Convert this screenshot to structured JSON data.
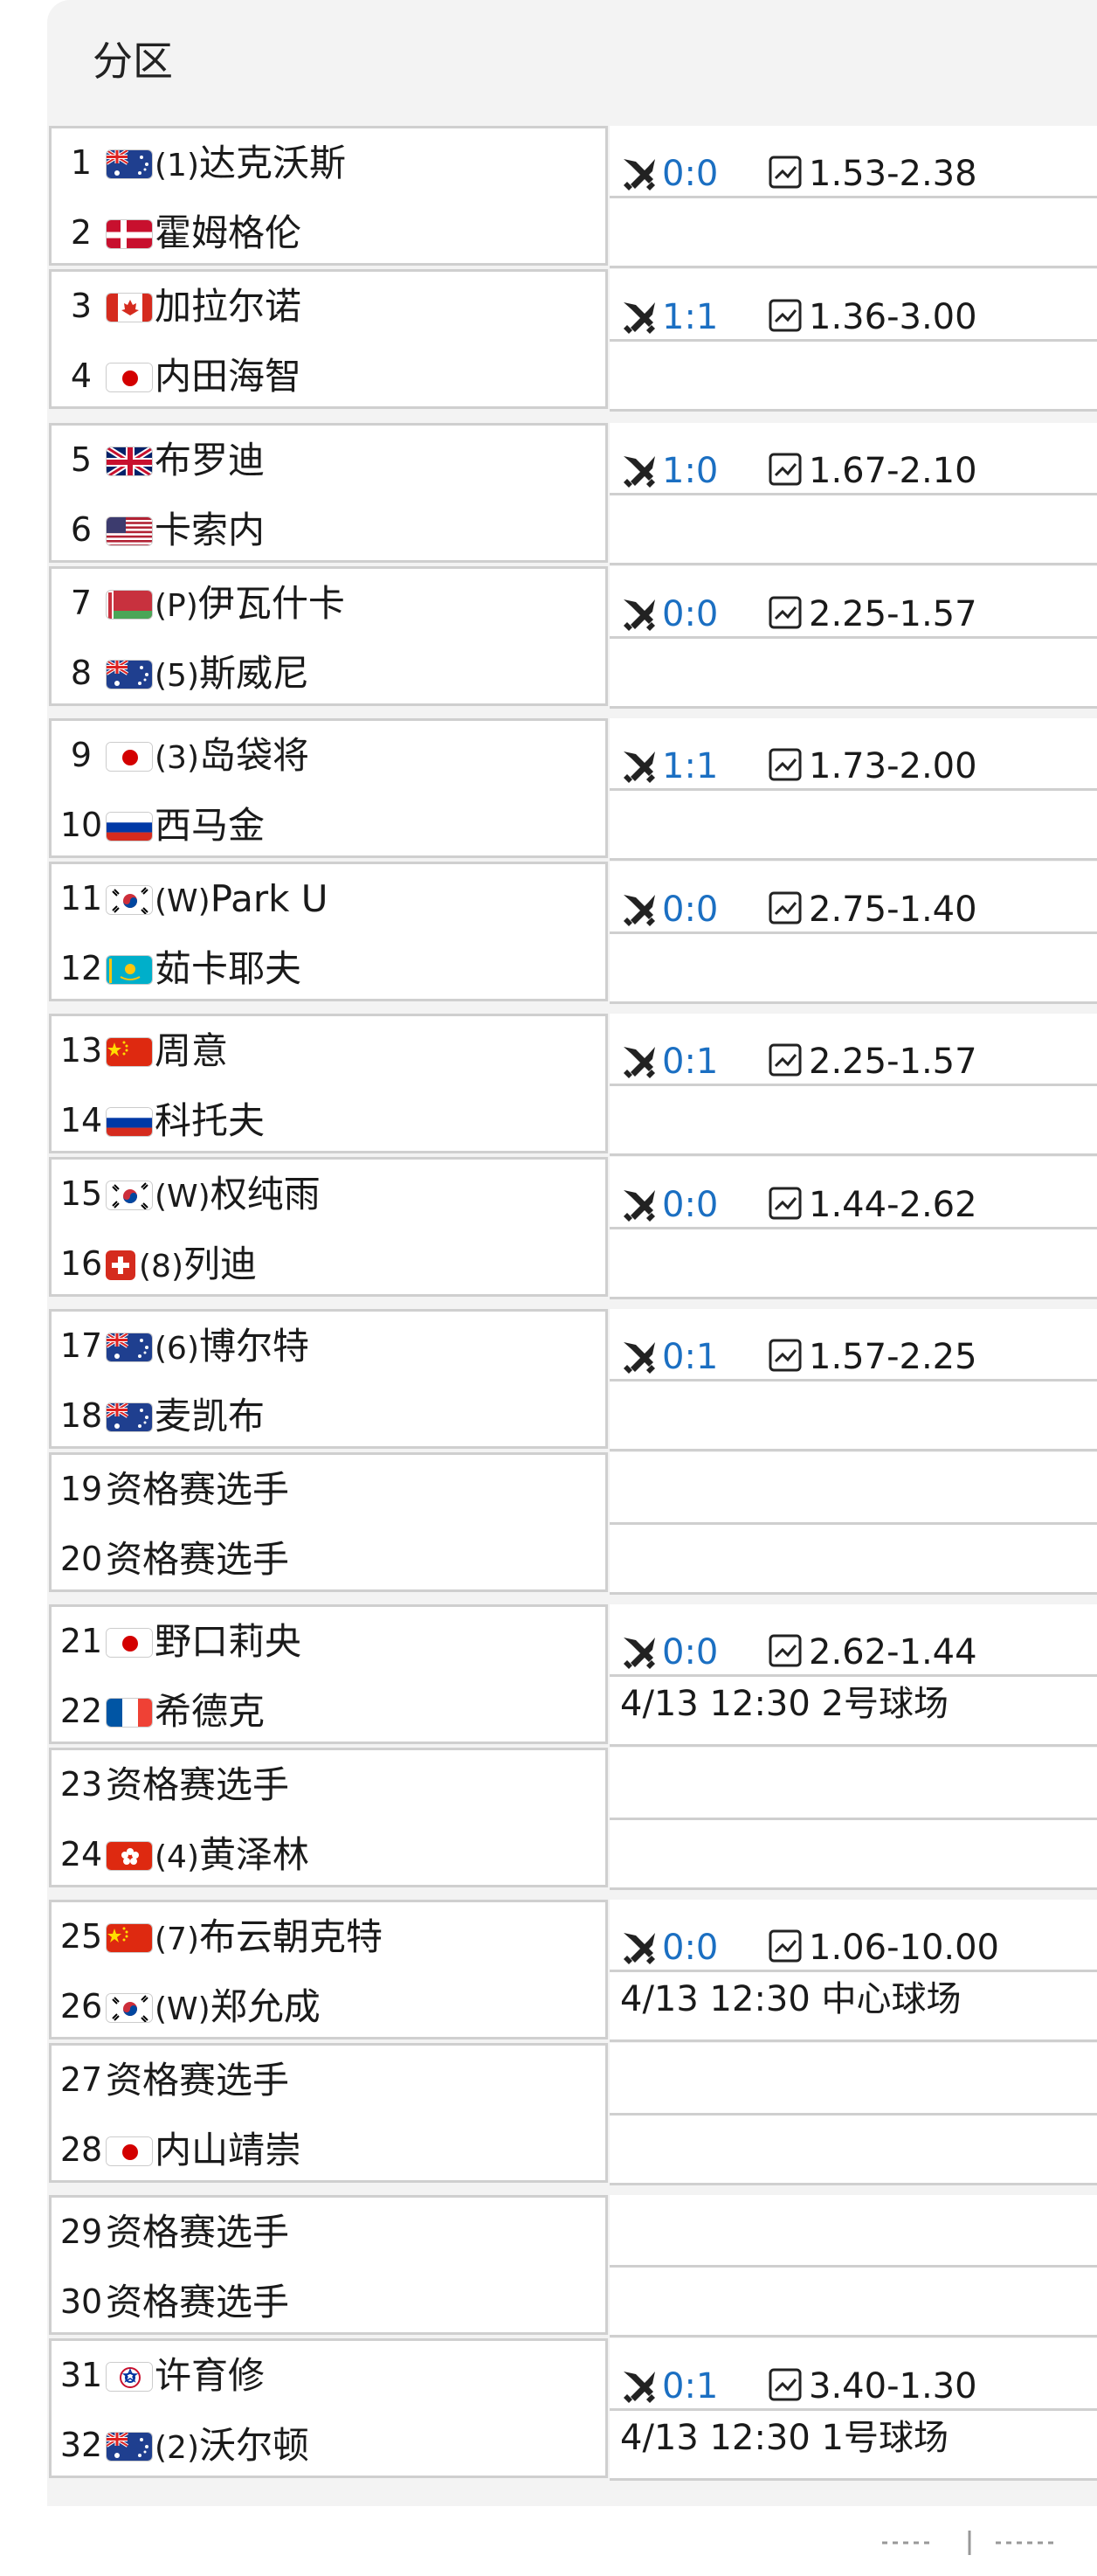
{
  "header": {
    "title": "分区"
  },
  "groups": [
    {
      "m1": {
        "p1": {
          "seq": "1",
          "flag": "aus",
          "seed": "(1)",
          "name": "达克沃斯"
        },
        "p2": {
          "seq": "2",
          "flag": "den",
          "seed": "",
          "name": "霍姆格伦"
        },
        "score": "0:0",
        "odds": "1.53-2.38"
      },
      "m2": {
        "p1": {
          "seq": "3",
          "flag": "can",
          "seed": "",
          "name": "加拉尔诺"
        },
        "p2": {
          "seq": "4",
          "flag": "jpn",
          "seed": "",
          "name": "内田海智"
        },
        "score": "1:1",
        "odds": "1.36-3.00"
      }
    },
    {
      "m1": {
        "p1": {
          "seq": "5",
          "flag": "gbr",
          "seed": "",
          "name": "布罗迪"
        },
        "p2": {
          "seq": "6",
          "flag": "usa",
          "seed": "",
          "name": "卡索内"
        },
        "score": "1:0",
        "odds": "1.67-2.10"
      },
      "m2": {
        "p1": {
          "seq": "7",
          "flag": "blr",
          "seed": "(P)",
          "name": "伊瓦什卡"
        },
        "p2": {
          "seq": "8",
          "flag": "aus",
          "seed": "(5)",
          "name": "斯威尼"
        },
        "score": "0:0",
        "odds": "2.25-1.57"
      }
    },
    {
      "m1": {
        "p1": {
          "seq": "9",
          "flag": "jpn",
          "seed": "(3)",
          "name": "岛袋将"
        },
        "p2": {
          "seq": "10",
          "flag": "rus",
          "seed": "",
          "name": "西马金"
        },
        "score": "1:1",
        "odds": "1.73-2.00"
      },
      "m2": {
        "p1": {
          "seq": "11",
          "flag": "kor",
          "seed": "(W)",
          "name": "Park U"
        },
        "p2": {
          "seq": "12",
          "flag": "kaz",
          "seed": "",
          "name": "茹卡耶夫"
        },
        "score": "0:0",
        "odds": "2.75-1.40"
      }
    },
    {
      "m1": {
        "p1": {
          "seq": "13",
          "flag": "chn",
          "seed": "",
          "name": "周意"
        },
        "p2": {
          "seq": "14",
          "flag": "rus",
          "seed": "",
          "name": "科托夫"
        },
        "score": "0:1",
        "odds": "2.25-1.57"
      },
      "m2": {
        "p1": {
          "seq": "15",
          "flag": "kor",
          "seed": "(W)",
          "name": "权纯雨"
        },
        "p2": {
          "seq": "16",
          "flag": "sui",
          "seed": "(8)",
          "name": "列迪"
        },
        "score": "0:0",
        "odds": "1.44-2.62"
      }
    },
    {
      "m1": {
        "p1": {
          "seq": "17",
          "flag": "aus",
          "seed": "(6)",
          "name": "博尔特"
        },
        "p2": {
          "seq": "18",
          "flag": "aus",
          "seed": "",
          "name": "麦凯布"
        },
        "score": "0:1",
        "odds": "1.57-2.25"
      },
      "m2": {
        "p1": {
          "seq": "19",
          "flag": "",
          "seed": "",
          "name": "资格赛选手"
        },
        "p2": {
          "seq": "20",
          "flag": "",
          "seed": "",
          "name": "资格赛选手"
        },
        "score": "",
        "odds": ""
      }
    },
    {
      "m1": {
        "p1": {
          "seq": "21",
          "flag": "jpn",
          "seed": "",
          "name": "野口莉央"
        },
        "p2": {
          "seq": "22",
          "flag": "fra",
          "seed": "",
          "name": "希德克"
        },
        "score": "0:0",
        "odds": "2.62-1.44",
        "time": "4/13 12:30 2号球场"
      },
      "m2": {
        "p1": {
          "seq": "23",
          "flag": "",
          "seed": "",
          "name": "资格赛选手"
        },
        "p2": {
          "seq": "24",
          "flag": "hkg",
          "seed": "(4)",
          "name": "黄泽林"
        },
        "score": "",
        "odds": ""
      }
    },
    {
      "m1": {
        "p1": {
          "seq": "25",
          "flag": "chn",
          "seed": "(7)",
          "name": "布云朝克特"
        },
        "p2": {
          "seq": "26",
          "flag": "kor",
          "seed": "(W)",
          "name": "郑允成"
        },
        "score": "0:0",
        "odds": "1.06-10.00",
        "time": "4/13 12:30 中心球场"
      },
      "m2": {
        "p1": {
          "seq": "27",
          "flag": "",
          "seed": "",
          "name": "资格赛选手"
        },
        "p2": {
          "seq": "28",
          "flag": "jpn",
          "seed": "",
          "name": "内山靖崇"
        },
        "score": "",
        "odds": ""
      }
    },
    {
      "m1": {
        "p1": {
          "seq": "29",
          "flag": "",
          "seed": "",
          "name": "资格赛选手"
        },
        "p2": {
          "seq": "30",
          "flag": "",
          "seed": "",
          "name": "资格赛选手"
        },
        "score": "",
        "odds": ""
      },
      "m2": {
        "p1": {
          "seq": "31",
          "flag": "tpe",
          "seed": "",
          "name": "许育修"
        },
        "p2": {
          "seq": "32",
          "flag": "aus",
          "seed": "(2)",
          "name": "沃尔顿"
        },
        "score": "0:1",
        "odds": "3.40-1.30",
        "time": "4/13 12:30 1号球场"
      }
    }
  ],
  "icons": {
    "h2h": "crossed-swords-icon",
    "odds": "line-chart-icon"
  },
  "colors": {
    "score": "#1b6fc2",
    "border": "#cfcfcf",
    "panel": "#f3f3f3"
  }
}
